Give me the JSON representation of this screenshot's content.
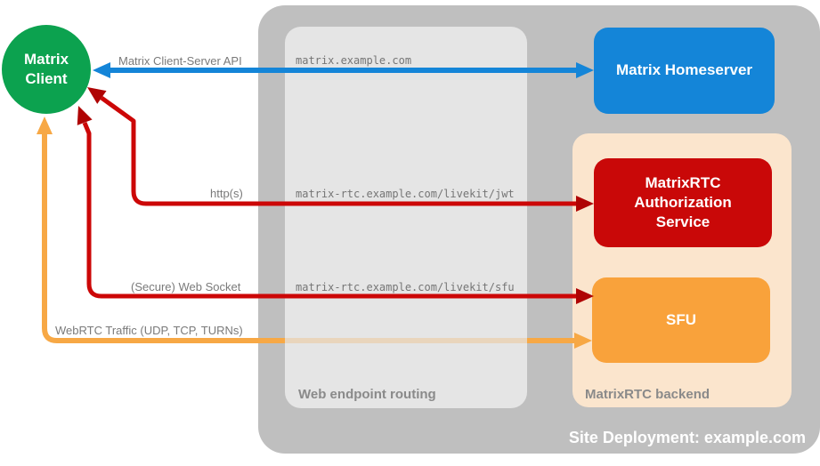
{
  "client": {
    "label": "Matrix Client"
  },
  "site": {
    "label": "Site Deployment: example.com"
  },
  "routing": {
    "label": "Web endpoint routing",
    "endpoints": [
      "matrix.example.com",
      "matrix-rtc.example.com/livekit/jwt",
      "matrix-rtc.example.com/livekit/sfu"
    ]
  },
  "backend": {
    "label": "MatrixRTC backend"
  },
  "nodes": {
    "homeserver": {
      "label": "Matrix Homeserver",
      "color": "#1485D8"
    },
    "auth_service": {
      "label": "MatrixRTC Authorization Service",
      "color": "#C90808"
    },
    "sfu": {
      "label": "SFU",
      "color": "#F9A23B"
    }
  },
  "arrows": {
    "client_server_api": {
      "label": "Matrix Client-Server API",
      "color": "#1485D8",
      "direction": "bidirectional"
    },
    "https": {
      "label": "http(s)",
      "color": "#CC0707",
      "direction": "bidirectional"
    },
    "websocket": {
      "label": "(Secure) Web Socket",
      "color": "#CC0707",
      "direction": "bidirectional"
    },
    "webrtc": {
      "label": "WebRTC Traffic (UDP, TCP, TURNs)",
      "color": "#F7A845",
      "direction": "bidirectional"
    }
  },
  "colors": {
    "client_green": "#0CA24F",
    "outer_container_gray": "#BFBFBF",
    "routing_box_gray": "#E5E5E5",
    "backend_peach": "#FBE5CD",
    "label_gray": "#8A8A8A",
    "endpoint_text_gray": "#757575"
  }
}
